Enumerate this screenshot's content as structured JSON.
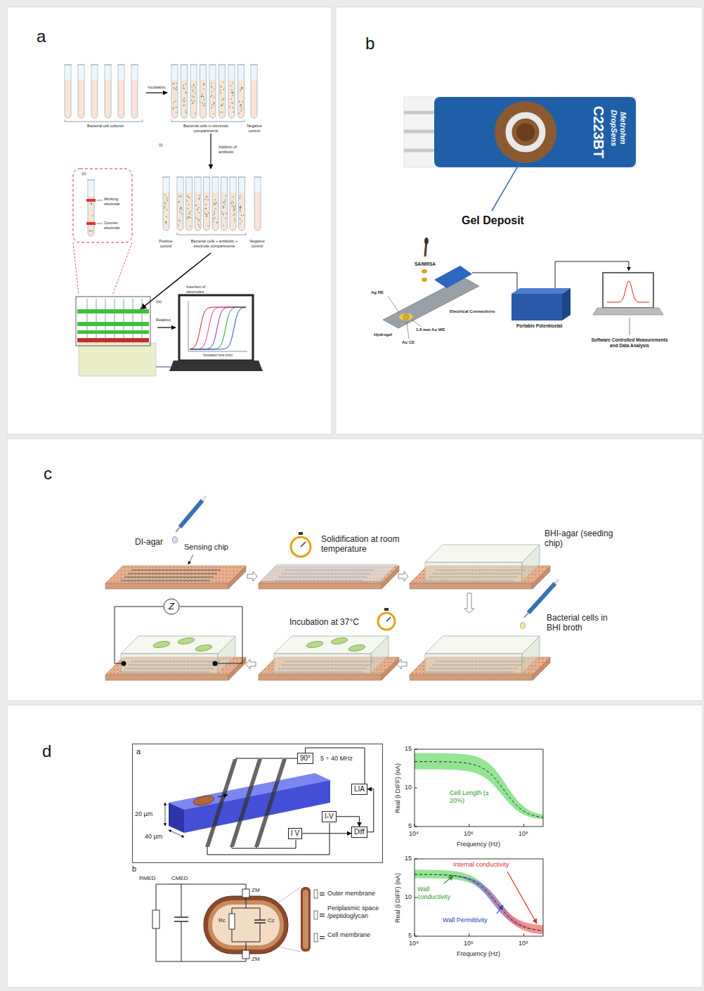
{
  "diagram": {
    "nodes": [
      {
        "text": [
          "a"
        ]
      },
      {
        "text": [
          "b"
        ]
      },
      {
        "text": [
          "c"
        ]
      },
      {
        "text": [
          "d"
        ]
      },
      {
        "text": [
          "Z"
        ],
        "in": 2
      },
      {
        "text": [
          "a"
        ],
        "in": 3
      },
      {
        "text": [
          "90°"
        ],
        "in": 5
      },
      {
        "text": [
          "LIA"
        ],
        "in": 5
      },
      {
        "text": [
          "I V"
        ],
        "in": 5
      },
      {
        "text": [
          "I-V"
        ],
        "in": 5
      },
      {
        "text": [
          "Diff"
        ],
        "in": 5
      }
    ],
    "edges": [
      {
        "from": 8,
        "to": 10,
        "arrow": "to"
      },
      {
        "from": 9,
        "to": 10,
        "arrow": "to"
      },
      {
        "from": 10,
        "to": 7,
        "arrow": "to"
      },
      {
        "from": 6,
        "to": 7,
        "arrow": "none"
      }
    ],
    "labels": [
      "Bacterial cell cultures",
      "Incubation",
      "Bacterial cells in electrode compartments",
      "Negative control",
      "(i)",
      "Addition of antibiotic",
      "Positive control",
      "Bacterial cells + antibiotic + electrode compartments",
      "Negative control",
      "(ii)",
      "Working electrode",
      "Counter electrode",
      "Insertion of electrodes",
      "(iii)",
      "Readout",
      "Incubation time (min)",
      "Metrohm DropSens",
      "C223BT",
      "Gel Deposit",
      "SA/MRSA",
      "Ag RE",
      "Electrical Connections",
      "1.6 mm Au WE",
      "Hydrogel",
      "Au CE",
      "Portable Potentiostat",
      "Software Controlled Measurements and Data Analysis",
      "DI-agar",
      "Sensing chip",
      "Solidification at room temperature",
      "BHI-agar (seeding chip)",
      "Bacterial cells in BHI broth",
      "Incubation at 37°C",
      "5 ÷ 40 MHz",
      "20 µm",
      "40 µm",
      "b",
      "RMED",
      "CMED",
      "ZM",
      "ZM",
      "Rc",
      "Cc",
      "Outer membrane",
      "Periplasmic space /peptidoglycan",
      "Cell membrane",
      "15",
      "10",
      "5",
      "10⁴",
      "10⁶",
      "10⁸",
      "Real (i DIFF) (nA)",
      "Frequency (Hz)",
      "Cell Length (± 20%)",
      "15",
      "10",
      "5",
      "10⁴",
      "10⁶",
      "10⁸",
      "Real (i DIFF) (nA)",
      "Frequency (Hz)",
      "Internal conductivity",
      "Wall conductivity",
      "Wall Permittivity"
    ]
  }
}
